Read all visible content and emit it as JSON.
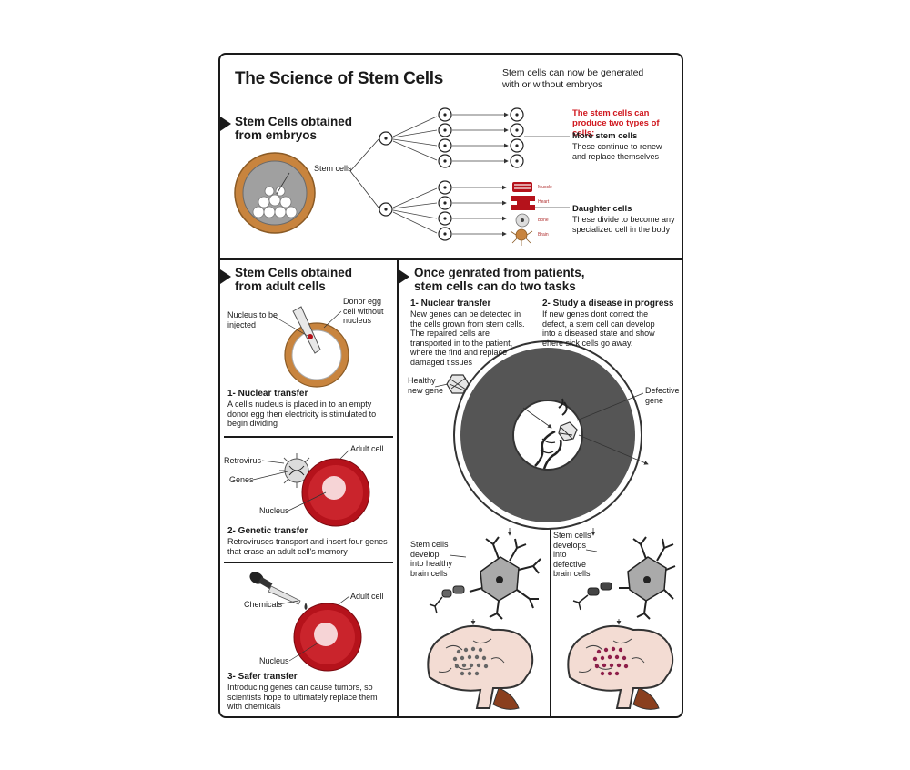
{
  "title": "The Science of Stem Cells",
  "subtitle": "Stem cells can now be generated with or without embryos",
  "embryo": {
    "heading": "Stem Cells obtained from embryos",
    "stem_cells_label": "Stem cells",
    "produce_note": "The stem cells can produce two types of cells:",
    "more_heading": "More stem cells",
    "more_text": "These continue to renew and replace themselves",
    "daughter_heading": "Daughter cells",
    "daughter_text": "These divide to become any specialized cell in the body",
    "cell_types": [
      "Muscle",
      "Heart",
      "Bone",
      "Brain"
    ]
  },
  "adult": {
    "heading": "Stem Cells obtained from adult cells",
    "nucleus_injected": "Nucleus to be injected",
    "donor_egg": "Donor egg cell without nucleus",
    "nuclear_heading": "1- Nuclear transfer",
    "nuclear_text": "A cell's nucleus is placed in to an empty donor egg then electricity is stimulated to begin dividing",
    "retrovirus": "Retrovirus",
    "genes": "Genes",
    "adult_cell": "Adult cell",
    "nucleus": "Nucleus",
    "genetic_heading": "2- Genetic transfer",
    "genetic_text": "Retroviruses transport and insert four genes that erase an adult cell's memory",
    "chemicals": "Chemicals",
    "adult_cell_2": "Adult cell",
    "nucleus_2": "Nucleus",
    "safer_heading": "3- Safer transfer",
    "safer_text": "Introducing genes can cause tumors, so scientists hope to ultimately replace them with chemicals"
  },
  "patients": {
    "heading": "Once genrated from patients, stem cells can do two tasks",
    "task1_heading": "1- Nuclear transfer",
    "task1_text": "New genes can be detected in the cells grown from stem cells. The repaired cells are transported in to the patient, where the find and replace damaged tissues",
    "task2_heading": "2- Study a disease in progress",
    "task2_text": "If new genes dont correct the defect, a stem cell can develop into a diseased state and show ehere sick cells go away.",
    "healthy_gene": "Healthy new gene",
    "defective_gene": "Defective gene",
    "healthy_brain": "Stem cells develop into healthy brain cells",
    "defective_brain": "Stem cells develops into defective brain cells"
  },
  "colors": {
    "accent_red": "#d0181f",
    "cell_orange": "#c8843e",
    "cell_red": "#b5121b",
    "donut_gray": "#555555",
    "brain_pink": "#f3dcd3"
  }
}
